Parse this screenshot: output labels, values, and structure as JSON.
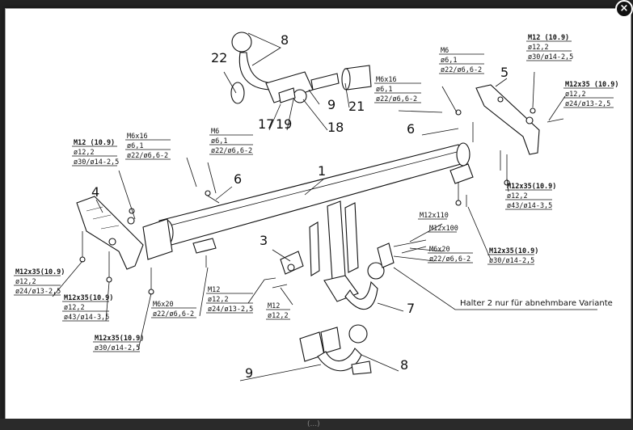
{
  "viewer": {
    "close_glyph": "×",
    "close_icon": "close-icon"
  },
  "diagram": {
    "part_numbers": [
      "8",
      "22",
      "9",
      "21",
      "17",
      "19",
      "18",
      "5",
      "6",
      "1",
      "6",
      "4",
      "3",
      "7",
      "9",
      "8"
    ],
    "note": "Halter 2 nur für abnehmbare Variante",
    "specs": {
      "top_bolt_m6": [
        "M6x16",
        "ø6,1",
        "ø22/ø6,6-2"
      ],
      "top_m6_right": [
        "M6",
        "ø6,1",
        "ø22/ø6,6-2"
      ],
      "top_m12": [
        "M12 (10.9)",
        "ø12,2",
        "ø30/ø14-2,5"
      ],
      "top_m12x35": [
        "M12x35 (10.9)",
        "ø12,2",
        "ø24/ø13-2,5"
      ],
      "right_m12x35_a": [
        "M12x35(10.9)",
        "ø12,2",
        "ø43/ø14-3,5"
      ],
      "right_m12x35_b": [
        "M12x35(10.9)",
        "ø30/ø14-2,5"
      ],
      "left_m12": [
        "M12 (10.9)",
        "ø12,2",
        "ø30/ø14-2,5"
      ],
      "left_m6x16": [
        "M6x16",
        "ø6,1",
        "ø22/ø6,6-2"
      ],
      "left_m6": [
        "M6",
        "ø6,1",
        "ø22/ø6,6-2"
      ],
      "left_m12x35": [
        "M12x35(10.9)",
        "ø12,2",
        "ø24/ø13-2,5"
      ],
      "left_m12x35_b": [
        "M12x35(10.9)",
        "ø12,2",
        "ø43/ø14-3,5"
      ],
      "left_m12x35_c": [
        "M12x35(10.9)",
        "ø30/ø14-2,5"
      ],
      "center_m12": [
        "M12",
        "ø12,2",
        "ø24/ø13-2,5"
      ],
      "center_m12_b": [
        "M12",
        "ø12,2"
      ],
      "center_m6x20": [
        "M6x20",
        "ø22/ø6,6-2"
      ],
      "m12x110": [
        "M12x110"
      ],
      "m12x100": [
        "M12x100"
      ],
      "m6x20_right": [
        "M6x20",
        "ø22/ø6,6-2"
      ]
    }
  },
  "footer": {
    "tab_label": "(...)"
  }
}
